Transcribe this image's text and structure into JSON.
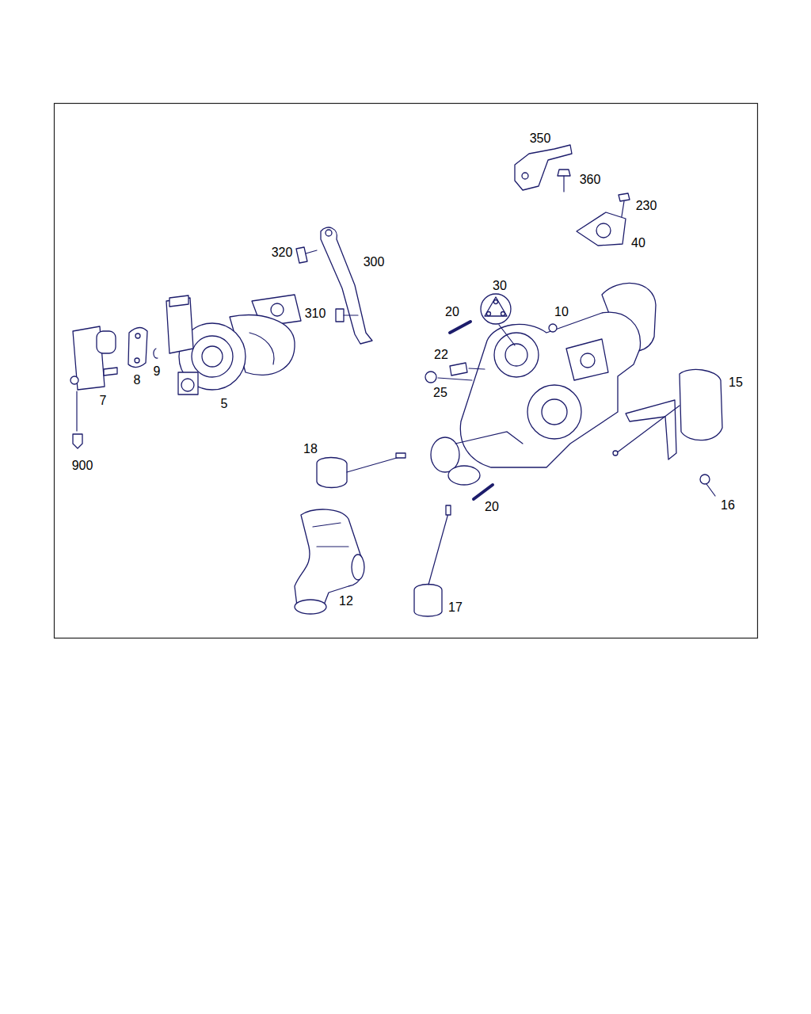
{
  "diagram": {
    "labels": [
      "350",
      "360",
      "230",
      "40",
      "320",
      "300",
      "30",
      "10",
      "20",
      "310",
      "22",
      "25",
      "15",
      "7",
      "8",
      "9",
      "5",
      "18",
      "900",
      "20",
      "16",
      "12",
      "17"
    ]
  }
}
